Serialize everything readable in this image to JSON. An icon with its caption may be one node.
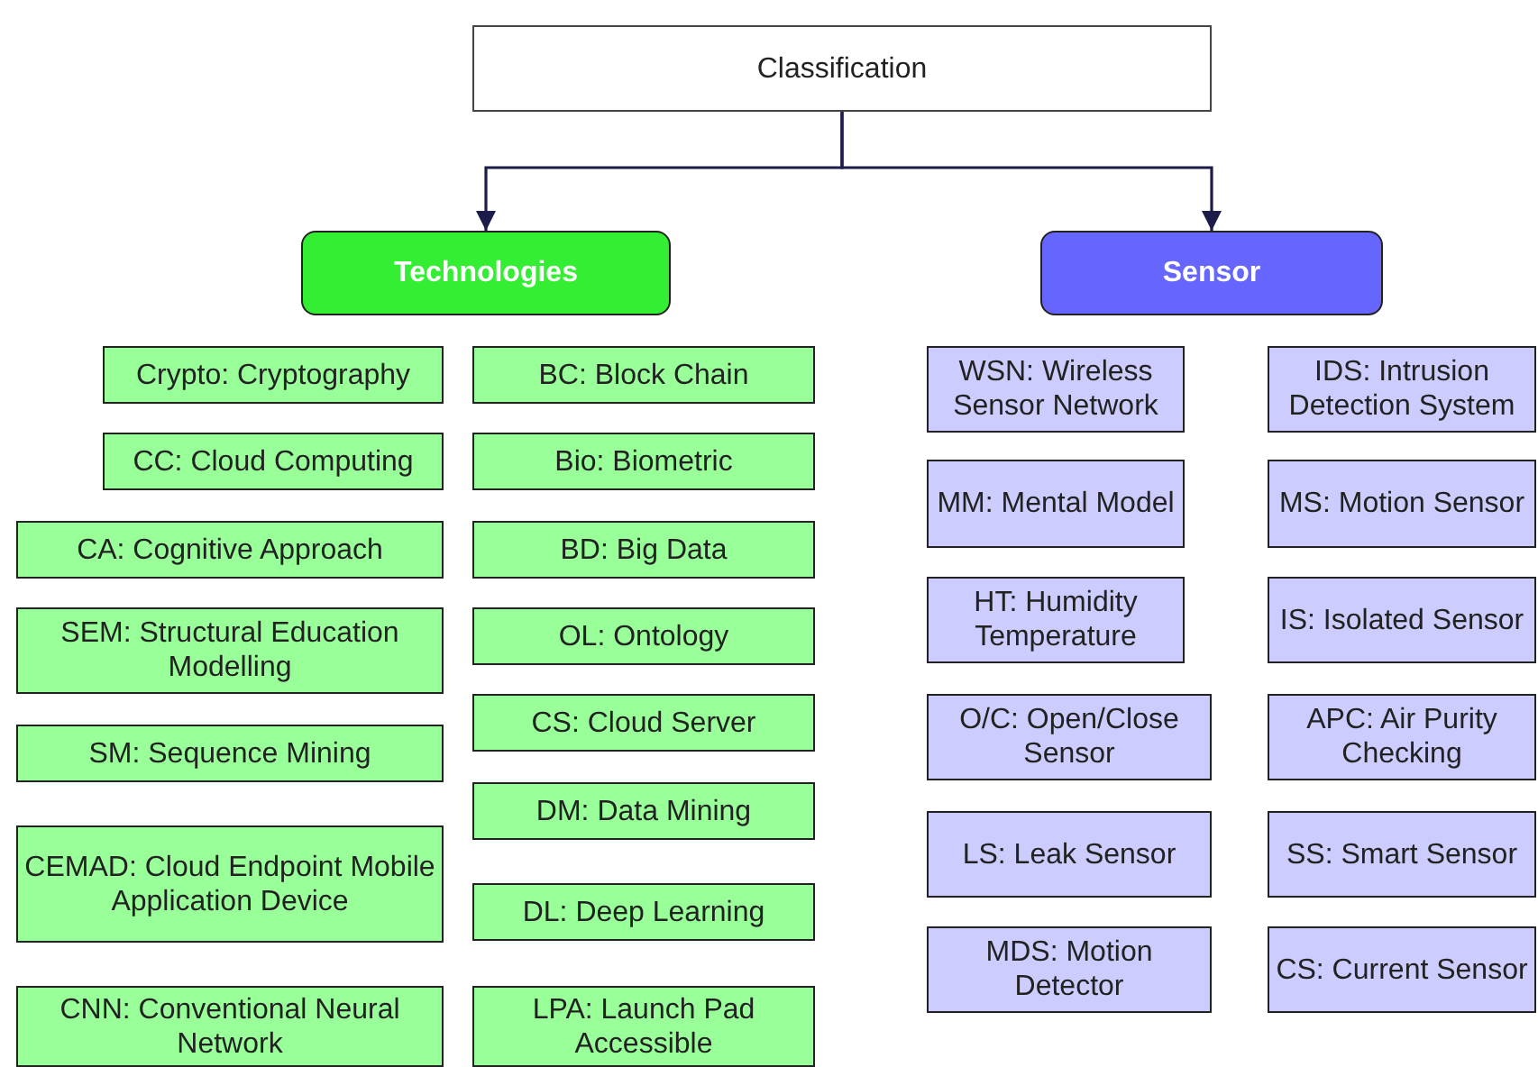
{
  "diagram": {
    "nodes": [
      {
        "text": [
          "Classification"
        ]
      },
      {
        "text": [
          "Technologies"
        ]
      },
      {
        "text": [
          "Sensor"
        ]
      },
      {
        "text": [
          "Crypto: Cryptography"
        ]
      },
      {
        "text": [
          "BC: Block Chain"
        ]
      },
      {
        "text": [
          "CC: Cloud Computing"
        ]
      },
      {
        "text": [
          "Bio: Biometric"
        ]
      },
      {
        "text": [
          "CA:  Cognitive Approach"
        ]
      },
      {
        "text": [
          "BD: Big Data"
        ]
      },
      {
        "text": [
          "SEM: Structural Education Modelling"
        ]
      },
      {
        "text": [
          "OL: Ontology"
        ]
      },
      {
        "text": [
          "SM: Sequence Mining"
        ]
      },
      {
        "text": [
          "CS: Cloud Server"
        ]
      },
      {
        "text": [
          "DM: Data Mining"
        ]
      },
      {
        "text": [
          "CEMAD: Cloud Endpoint Mobile Application Device"
        ]
      },
      {
        "text": [
          "DL: Deep Learning"
        ]
      },
      {
        "text": [
          "CNN: Conventional Neural Network"
        ]
      },
      {
        "text": [
          "LPA: Launch Pad Accessible"
        ]
      },
      {
        "text": [
          "WSN: Wireless Sensor Network"
        ]
      },
      {
        "text": [
          "IDS: Intrusion Detection System"
        ]
      },
      {
        "text": [
          "MM: Mental Model"
        ]
      },
      {
        "text": [
          "MS: Motion Sensor"
        ]
      },
      {
        "text": [
          "HT: Humidity Temperature"
        ]
      },
      {
        "text": [
          "IS: Isolated Sensor"
        ]
      },
      {
        "text": [
          "O/C: Open/Close Sensor"
        ]
      },
      {
        "text": [
          "APC: Air Purity Checking"
        ]
      },
      {
        "text": [
          "LS: Leak Sensor"
        ]
      },
      {
        "text": [
          "SS: Smart Sensor"
        ]
      },
      {
        "text": [
          "MDS: Motion Detector"
        ]
      },
      {
        "text": [
          "CS: Current Sensor"
        ]
      }
    ],
    "edges": [
      {
        "from": 0,
        "to": 1,
        "arrow": "to"
      },
      {
        "from": 0,
        "to": 2,
        "arrow": "to"
      }
    ]
  }
}
